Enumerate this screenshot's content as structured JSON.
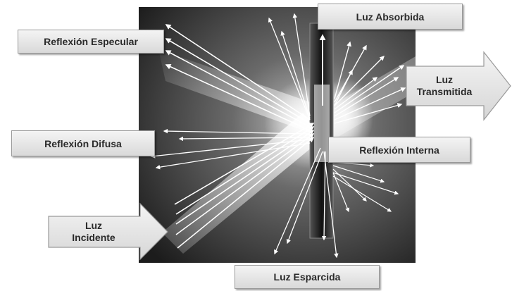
{
  "diagram": {
    "labels": {
      "luz_absorbida": "Luz Absorbida",
      "reflexion_especular": "Reflexión Especular",
      "luz_transmitida": "Luz\nTransmitida",
      "reflexion_difusa": "Reflexión Difusa",
      "reflexion_interna": "Reflexión Interna",
      "luz_incidente": "Luz\nIncidente",
      "luz_esparcida": "Luz Esparcida"
    },
    "colors": {
      "background_dark": "#2b2b2b",
      "background_light": "#bdbdbd",
      "beam": "#ffffff",
      "label_fill": "#e4e4e4",
      "label_border": "#9a9a9a",
      "text": "#2a2a2a"
    }
  }
}
